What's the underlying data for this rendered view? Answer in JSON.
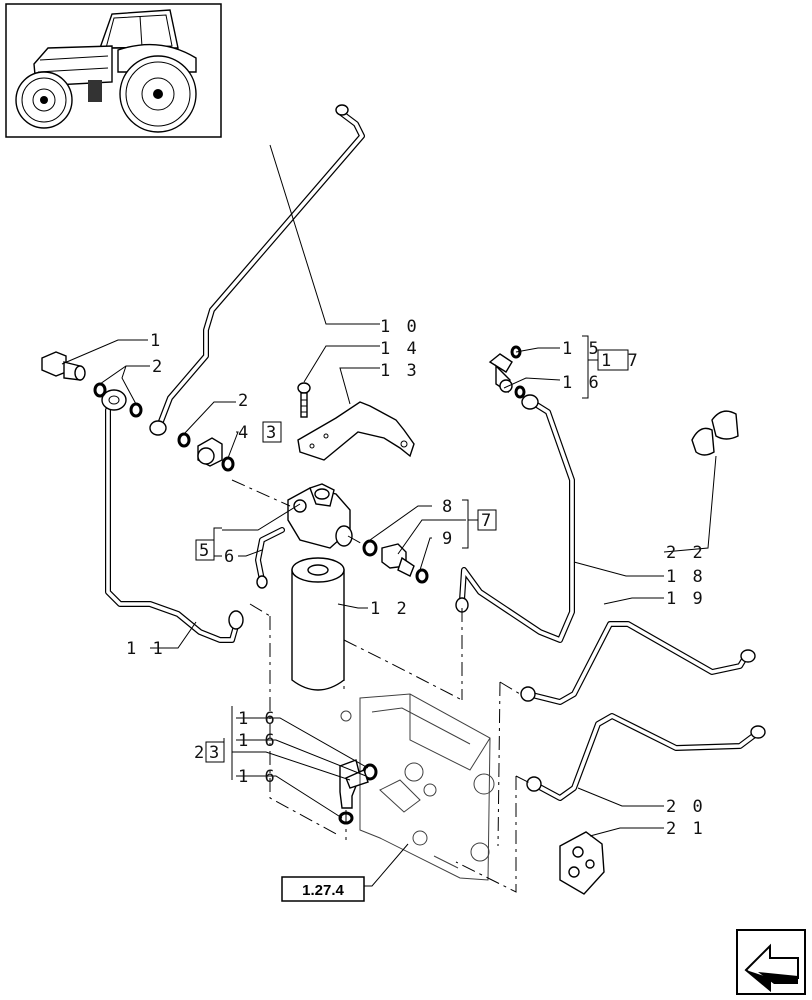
{
  "labels": {
    "l1": "1",
    "l2a": "2",
    "l2b": "2",
    "l3": "3",
    "l4": "4",
    "l5": "5",
    "l6": "6",
    "l7": "7",
    "l8": "8",
    "l9": "9",
    "l10": "1 0",
    "l11": "1 1",
    "l12": "1 2",
    "l13": "1 3",
    "l14": "1 4",
    "l15": "1 5",
    "l16a": "1 6",
    "l17": "1 7",
    "l18": "1 8",
    "l19": "1 9",
    "l20": "2 0",
    "l21": "2 1",
    "l22": "2 2",
    "l16b": "1 6",
    "l16c": "1 6",
    "l16d": "1 6",
    "l2c": "2",
    "l3b": "3"
  },
  "reference": "1.27.4",
  "icons": {
    "thumbnail": "tractor-thumbnail-icon",
    "nav": "next-page-arrow-icon"
  }
}
